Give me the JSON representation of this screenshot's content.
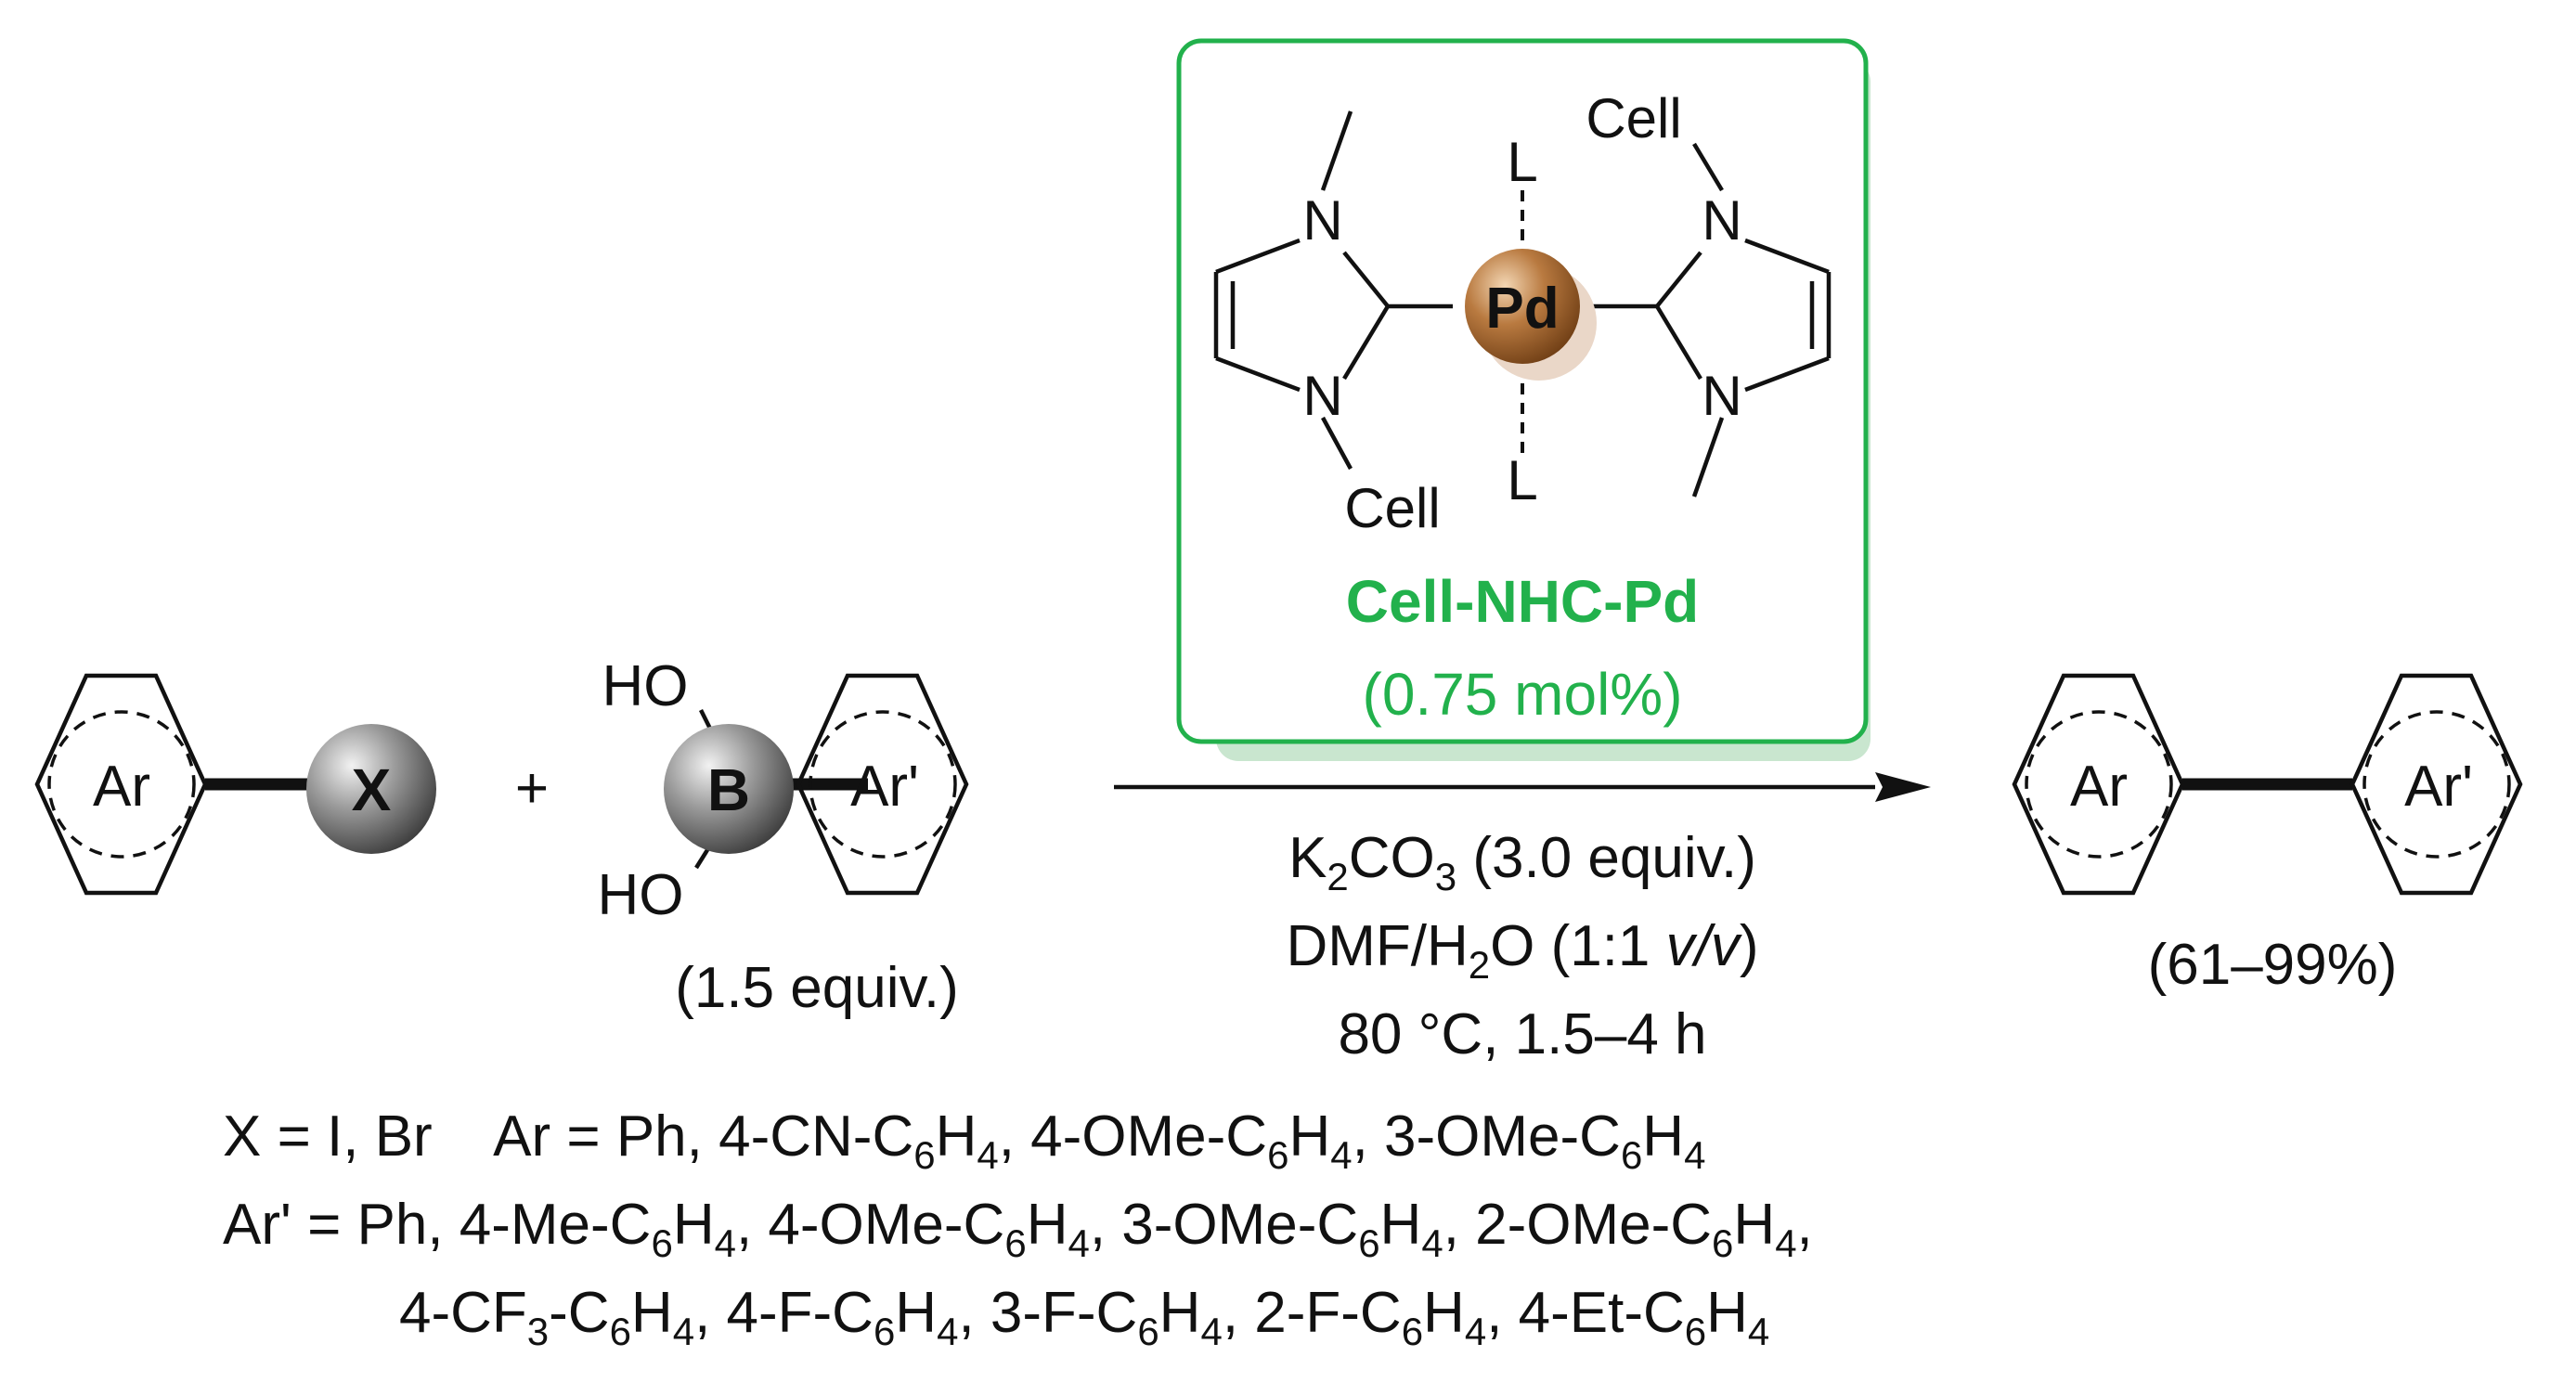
{
  "catalyst": {
    "name": "Cell-NHC-Pd",
    "loading": "(0.75 mol%)",
    "metal": "Pd",
    "ligand": "L",
    "support": "Cell",
    "nitrogen": "N",
    "accent_color": "#22b14c",
    "metal_color": "#a0622d"
  },
  "reactant1": {
    "ring": "Ar",
    "group": "X"
  },
  "plus": "+",
  "reactant2": {
    "ring": "Ar'",
    "boron": "B",
    "oh": "HO",
    "equiv": "(1.5 equiv.)"
  },
  "conditions": {
    "line1": [
      "K",
      "2",
      "CO",
      "3",
      " (3.0 equiv.)"
    ],
    "line2": [
      "DMF/H",
      "2",
      "O (1:1 ",
      "v/v",
      ")"
    ],
    "line3": "80 °C, 1.5–4 h"
  },
  "product": {
    "ring1": "Ar",
    "ring2": "Ar'",
    "yield": "(61–99%)"
  },
  "scope": {
    "line1": [
      [
        "X = I, Br    Ar = Ph, 4-CN-C",
        "6",
        "H",
        "4",
        ", 4-OMe-C",
        "6",
        "H",
        "4",
        ", 3-OMe-C",
        "6",
        "H",
        "4"
      ]
    ],
    "line2": [
      [
        "Ar' = Ph, 4-Me-C",
        "6",
        "H",
        "4",
        ", 4-OMe-C",
        "6",
        "H",
        "4",
        ", 3-OMe-C",
        "6",
        "H",
        "4",
        ", 2-OMe-C",
        "6",
        "H",
        "4",
        ","
      ]
    ],
    "line3": [
      [
        "4-CF",
        "3",
        "-C",
        "6",
        "H",
        "4",
        ", 4-F-C",
        "6",
        "H",
        "4",
        ", 3-F-C",
        "6",
        "H",
        "4",
        ", 2-F-C",
        "6",
        "H",
        "4",
        ", 4-Et-C",
        "6",
        "H",
        "4"
      ]
    ]
  }
}
